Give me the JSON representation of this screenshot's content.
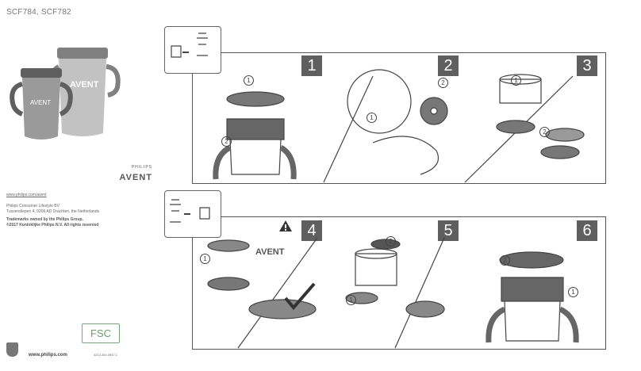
{
  "header": {
    "model": "SCF784, SCF782"
  },
  "brand": {
    "philips": "PHILIPS",
    "avent": "AVENT"
  },
  "info": {
    "url": "www.philips.com/avent",
    "company": "Philips Consumer Lifestyle BV",
    "address": "Tussendiepen 4, 9206 AD Drachten, the Netherlands",
    "trademarks": "Trademarks owned by the Philips Group.",
    "copyright": "©2017 Koninklijke Philips N.V. All rights reserved"
  },
  "footer": {
    "fsc": "FSC",
    "url": "www.philips.com",
    "code": "4213.354.3947.1"
  },
  "steps": [
    {
      "number": "1"
    },
    {
      "number": "2"
    },
    {
      "number": "3"
    },
    {
      "number": "4"
    },
    {
      "number": "5"
    },
    {
      "number": "6"
    }
  ],
  "callouts": {
    "one": "1",
    "two": "2"
  },
  "step4_badge": "AVENT"
}
